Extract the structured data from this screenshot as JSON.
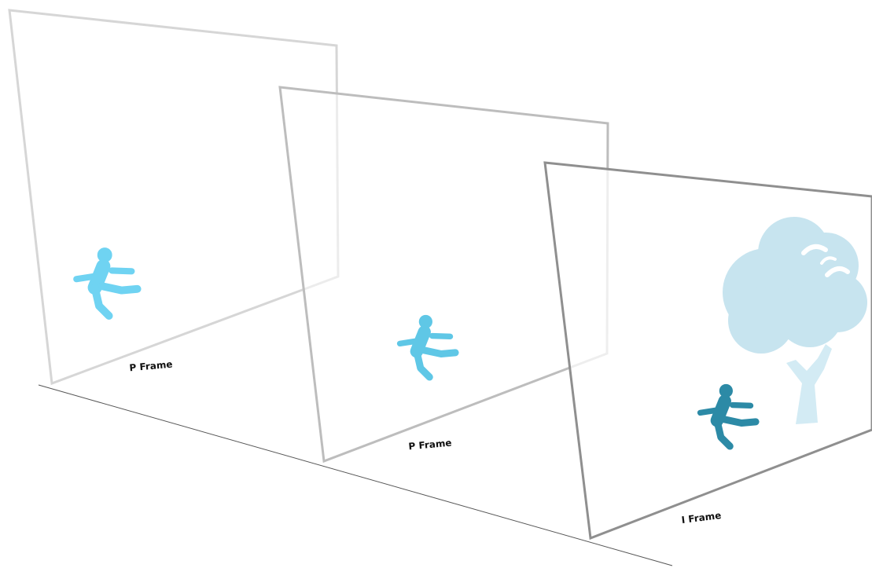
{
  "diagram": {
    "frames": [
      {
        "id": "frame-1",
        "label": "P Frame",
        "type": "P",
        "border_color": "#d6d6d6",
        "figure_color": "#6fd3f2"
      },
      {
        "id": "frame-2",
        "label": "P Frame",
        "type": "P",
        "border_color": "#bdbdbd",
        "figure_color": "#5fc7e6"
      },
      {
        "id": "frame-3",
        "label": "I Frame",
        "type": "I",
        "border_color": "#8f8f8f",
        "figure_color": "#2c8aa6",
        "tree_color": "#cbe6f1"
      }
    ],
    "colors": {
      "timeline": "#555555",
      "label_text": "#111111"
    }
  }
}
